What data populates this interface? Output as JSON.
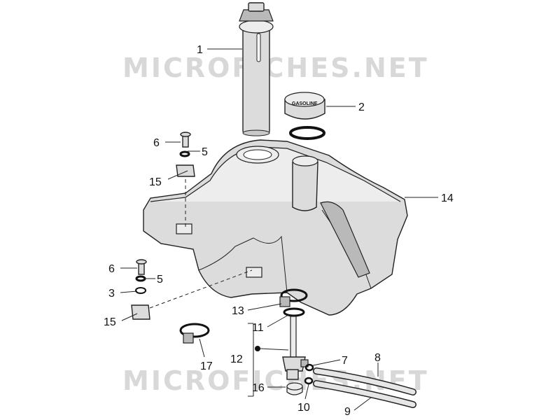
{
  "watermark": {
    "text": "MICROFICHES.NET"
  },
  "cap": {
    "label": "GASOLINE"
  },
  "callouts": [
    {
      "id": "c1",
      "text": "1"
    },
    {
      "id": "c2",
      "text": "2"
    },
    {
      "id": "c6a",
      "text": "6"
    },
    {
      "id": "c5a",
      "text": "5"
    },
    {
      "id": "c15a",
      "text": "15"
    },
    {
      "id": "c14",
      "text": "14"
    },
    {
      "id": "c6b",
      "text": "6"
    },
    {
      "id": "c5b",
      "text": "5"
    },
    {
      "id": "c3",
      "text": "3"
    },
    {
      "id": "c15b",
      "text": "15"
    },
    {
      "id": "c13",
      "text": "13"
    },
    {
      "id": "c11",
      "text": "11"
    },
    {
      "id": "c12",
      "text": "12"
    },
    {
      "id": "c7",
      "text": "7"
    },
    {
      "id": "c8",
      "text": "8"
    },
    {
      "id": "c17",
      "text": "17"
    },
    {
      "id": "c16",
      "text": "16"
    },
    {
      "id": "c10",
      "text": "10"
    },
    {
      "id": "c9",
      "text": "9"
    }
  ]
}
